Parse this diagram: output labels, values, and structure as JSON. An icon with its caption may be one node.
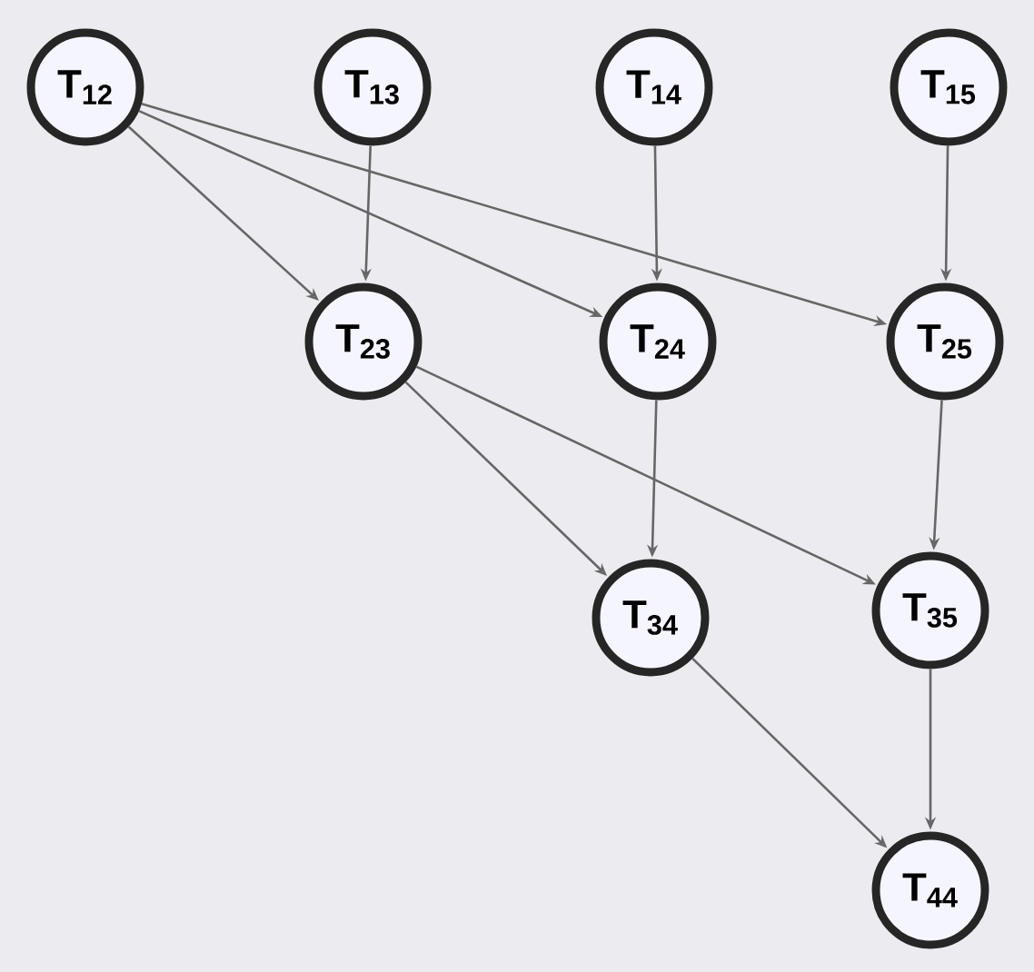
{
  "diagram": {
    "nodes": [
      {
        "text": [
          "T$_{12}$"
        ]
      },
      {
        "text": [
          "T$_{13}$"
        ]
      },
      {
        "text": [
          "T$_{14}$"
        ]
      },
      {
        "text": [
          "T$_{15}$"
        ]
      },
      {
        "text": [
          "T$_{23}$"
        ]
      },
      {
        "text": [
          "T$_{24}$"
        ]
      },
      {
        "text": [
          "T$_{25}$"
        ]
      },
      {
        "text": [
          "T$_{34}$"
        ]
      },
      {
        "text": [
          "T$_{35}$"
        ]
      },
      {
        "text": [
          "T$_{44}$"
        ]
      }
    ],
    "edges": [
      {
        "from": 0,
        "to": 4,
        "arrow": "to"
      },
      {
        "from": 0,
        "to": 5,
        "arrow": "to"
      },
      {
        "from": 0,
        "to": 6,
        "arrow": "to"
      },
      {
        "from": 1,
        "to": 4,
        "arrow": "to"
      },
      {
        "from": 2,
        "to": 5,
        "arrow": "to"
      },
      {
        "from": 3,
        "to": 6,
        "arrow": "to"
      },
      {
        "from": 4,
        "to": 7,
        "arrow": "to"
      },
      {
        "from": 4,
        "to": 8,
        "arrow": "to"
      },
      {
        "from": 5,
        "to": 7,
        "arrow": "to"
      },
      {
        "from": 6,
        "to": 8,
        "arrow": "to"
      },
      {
        "from": 7,
        "to": 9,
        "arrow": "to"
      },
      {
        "from": 8,
        "to": 9,
        "arrow": "to"
      }
    ]
  }
}
